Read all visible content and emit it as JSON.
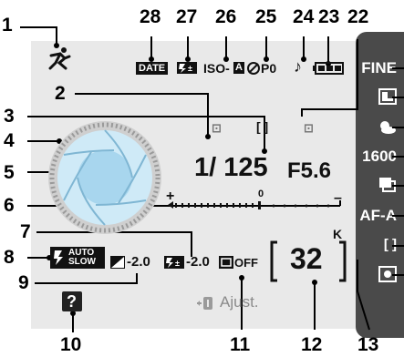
{
  "callouts": [
    "1",
    "2",
    "3",
    "4",
    "5",
    "6",
    "7",
    "8",
    "9",
    "10",
    "11",
    "12",
    "13",
    "22",
    "23",
    "24",
    "25",
    "26",
    "27",
    "28"
  ],
  "display": {
    "top": {
      "date": "DATE",
      "iso": "ISO-",
      "iso_auto": "A",
      "p": "P0"
    },
    "af_area": "[ ]",
    "shutter": "1/ 125",
    "aperture": "F5.6",
    "scale_plus": "+",
    "scale_zero": "0",
    "scale_minus": "–",
    "flash_mode": {
      "line1": "AUTO",
      "line2": "SLOW"
    },
    "exp_comp": "-2.0",
    "flash_comp": "-2.0",
    "adl": "OFF",
    "shots": "32",
    "k": "K",
    "help": "?",
    "adjust": "Ajust."
  },
  "right_panel": {
    "quality": "FINE",
    "iso_sens": "1600",
    "af_mode": "AF-A",
    "af_area": "[ ]"
  },
  "colors": {
    "lcd": "#e9e9e9",
    "panel": "#4a4a4a",
    "dial": "#bfe0f2"
  }
}
